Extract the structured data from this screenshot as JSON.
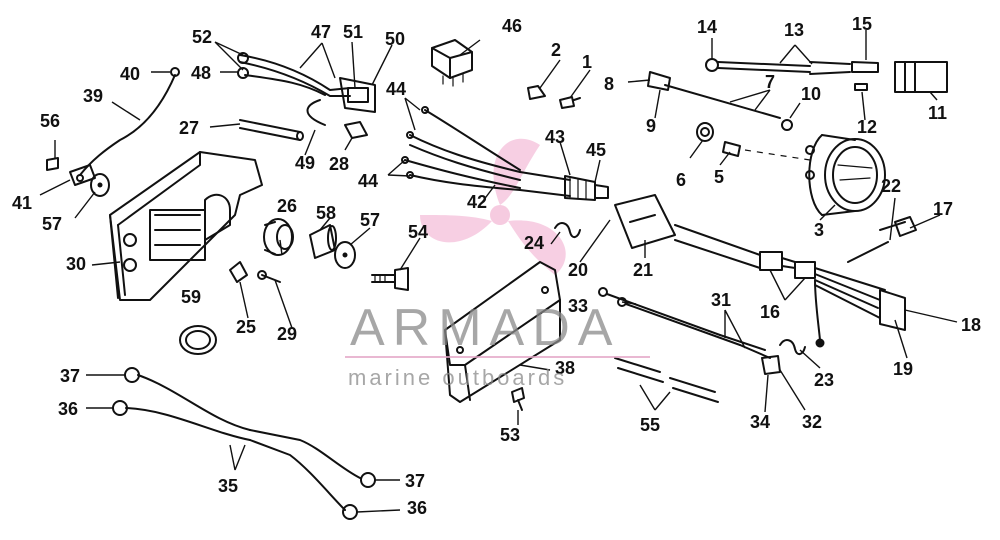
{
  "watermark": {
    "brand": "ARMADA",
    "tagline": "marine outboards"
  },
  "callouts": [
    "1",
    "2",
    "3",
    "5",
    "6",
    "7",
    "8",
    "9",
    "10",
    "11",
    "12",
    "13",
    "14",
    "15",
    "16",
    "17",
    "18",
    "19",
    "20",
    "21",
    "22",
    "23",
    "24",
    "25",
    "26",
    "27",
    "28",
    "29",
    "30",
    "31",
    "32",
    "33",
    "34",
    "35",
    "36",
    "37",
    "38",
    "39",
    "40",
    "41",
    "42",
    "43",
    "44",
    "45",
    "46",
    "47",
    "48",
    "49",
    "50",
    "51",
    "52",
    "53",
    "54",
    "55",
    "56",
    "57",
    "58",
    "59"
  ]
}
